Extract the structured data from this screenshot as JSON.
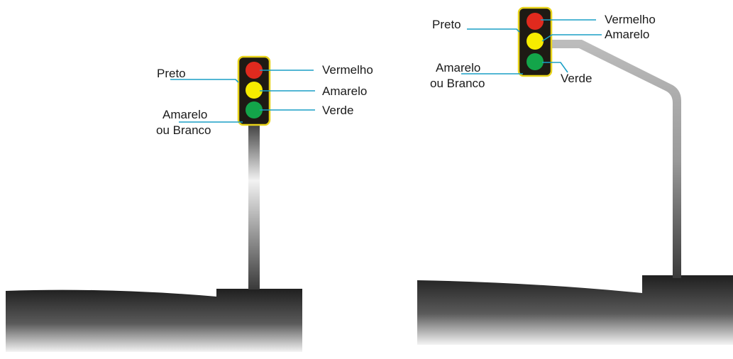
{
  "colors": {
    "red": "#e02a1e",
    "yellow": "#f7ec00",
    "green": "#13a54a",
    "housing": "#1e1a14",
    "border": "#e8d31a",
    "leader": "#1a9fc6",
    "ground": "#2b2b2b"
  },
  "left_signal": {
    "labels": {
      "preto": "Preto",
      "vermelho": "Vermelho",
      "amarelo": "Amarelo",
      "verde": "Verde",
      "amarelo_ou": "Amarelo",
      "ou_branco": "ou Branco"
    }
  },
  "right_signal": {
    "labels": {
      "preto": "Preto",
      "vermelho": "Vermelho",
      "amarelo": "Amarelo",
      "verde": "Verde",
      "amarelo_ou": "Amarelo",
      "ou_branco": "ou Branco"
    }
  }
}
